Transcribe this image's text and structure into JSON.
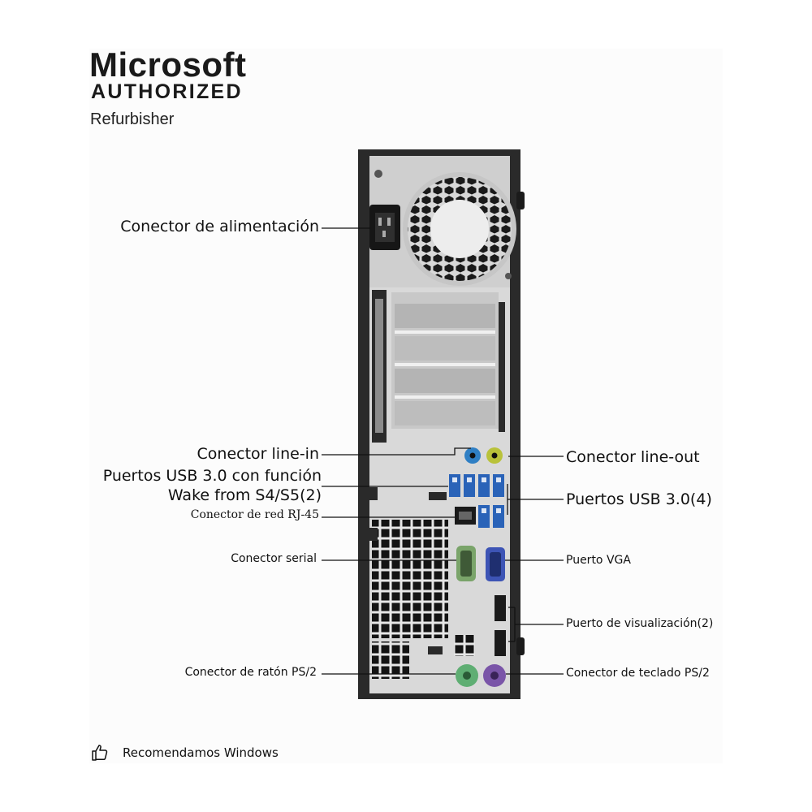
{
  "branding": {
    "title": "Microsoft",
    "subtitle": "AUTHORIZED",
    "tagline": "Refurbisher"
  },
  "labels": {
    "power": "Conector de alimentación",
    "line_in": "Conector line-in",
    "usb_wake_line1": "Puertos USB 3.0 con función",
    "usb_wake_line2": "Wake from S4/S5(2)",
    "rj45": "Conector de red RJ-45",
    "serial": "Conector serial",
    "mouse_ps2": "Conector de ratón PS/2",
    "line_out": "Conector line-out",
    "usb30": "Puertos USB 3.0(4)",
    "vga": "Puerto VGA",
    "displayport": "Puerto de visualización(2)",
    "keyboard_ps2": "Conector de teclado PS/2"
  },
  "footer": {
    "icon": "thumbs-up-icon",
    "text": "Recomendamos Windows"
  },
  "colors": {
    "line_in_port": "#2f7fc4",
    "line_out_port": "#b9c23a",
    "usb_port": "#2a63b8",
    "vga_port": "#3d54b5",
    "serial_port": "#7aa46a",
    "mouse_port": "#5fae73",
    "keyboard_port": "#7a55a8"
  }
}
